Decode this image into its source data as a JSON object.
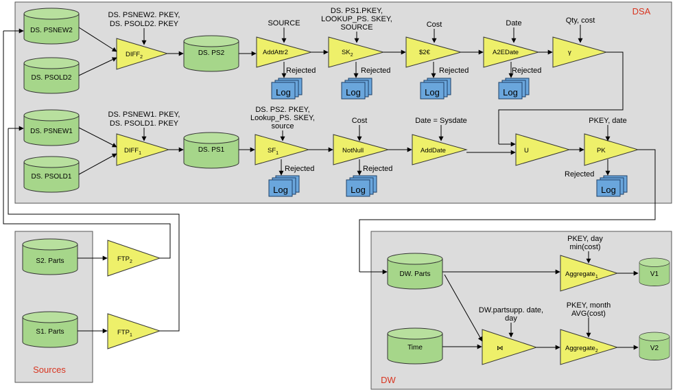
{
  "regions": {
    "dsa": "DSA",
    "sources": "Sources",
    "dw": "DW"
  },
  "datastores": {
    "ds_psnew2": "DS. PSNEW2",
    "ds_psold2": "DS. PSOLD2",
    "ds_psnew1": "DS. PSNEW1",
    "ds_psold1": "DS. PSOLD1",
    "ds_ps2": "DS. PS2",
    "ds_ps1": "DS. PS1",
    "s2_parts": "S2. Parts",
    "s1_parts": "S1. Parts",
    "dw_parts": "DW. Parts",
    "time": "Time",
    "v1": "V1",
    "v2": "V2"
  },
  "activities": {
    "diff2": {
      "name": "DIFF",
      "sub": "2"
    },
    "diff1": {
      "name": "DIFF",
      "sub": "1"
    },
    "addattr2": {
      "name": "AddAttr2",
      "sub": ""
    },
    "sk2": {
      "name": "SK",
      "sub": "2"
    },
    "conv": {
      "name": "$2€",
      "sub": ""
    },
    "a2edate": {
      "name": "A2EDate",
      "sub": ""
    },
    "gamma": {
      "name": "γ",
      "sub": ""
    },
    "sf1": {
      "name": "SF",
      "sub": "1"
    },
    "notnull": {
      "name": "NotNull",
      "sub": ""
    },
    "adddate": {
      "name": "AddDate",
      "sub": ""
    },
    "union": {
      "name": "U",
      "sub": ""
    },
    "pk": {
      "name": "PK",
      "sub": ""
    },
    "ftp2": {
      "name": "FTP",
      "sub": "2"
    },
    "ftp1": {
      "name": "FTP",
      "sub": "1"
    },
    "aggregate1": {
      "name": "Aggregate",
      "sub": "1"
    },
    "join": {
      "name": "⋈",
      "sub": ""
    },
    "aggregate2": {
      "name": "Aggregate",
      "sub": "2"
    }
  },
  "log_label": "Log",
  "rejected_label": "Rejected",
  "annotations": {
    "diff2_1": "DS. PSNEW2. PKEY,",
    "diff2_2": "DS. PSOLD2. PKEY",
    "source": "SOURCE",
    "sk2_1": "DS. PS1.PKEY,",
    "sk2_2": "LOOKUP_PS. SKEY,",
    "sk2_3": "SOURCE",
    "cost_top": "Cost",
    "date_top": "Date",
    "qty_cost": "Qty, cost",
    "diff1_1": "DS. PSNEW1. PKEY,",
    "diff1_2": "DS. PSOLD1. PKEY",
    "sf1_1": "DS. PS2. PKEY,",
    "sf1_2": "Lookup_PS. SKEY,",
    "sf1_3": "source",
    "cost_mid": "Cost",
    "date_sysdate": "Date = Sysdate",
    "pkey_date": "PKEY, date",
    "agg1_1": "PKEY, day",
    "agg1_2": "min(cost)",
    "join_1": "DW.partsupp. date,",
    "join_2": "day",
    "agg2_1": "PKEY, month",
    "agg2_2": "AVG(cost)"
  }
}
